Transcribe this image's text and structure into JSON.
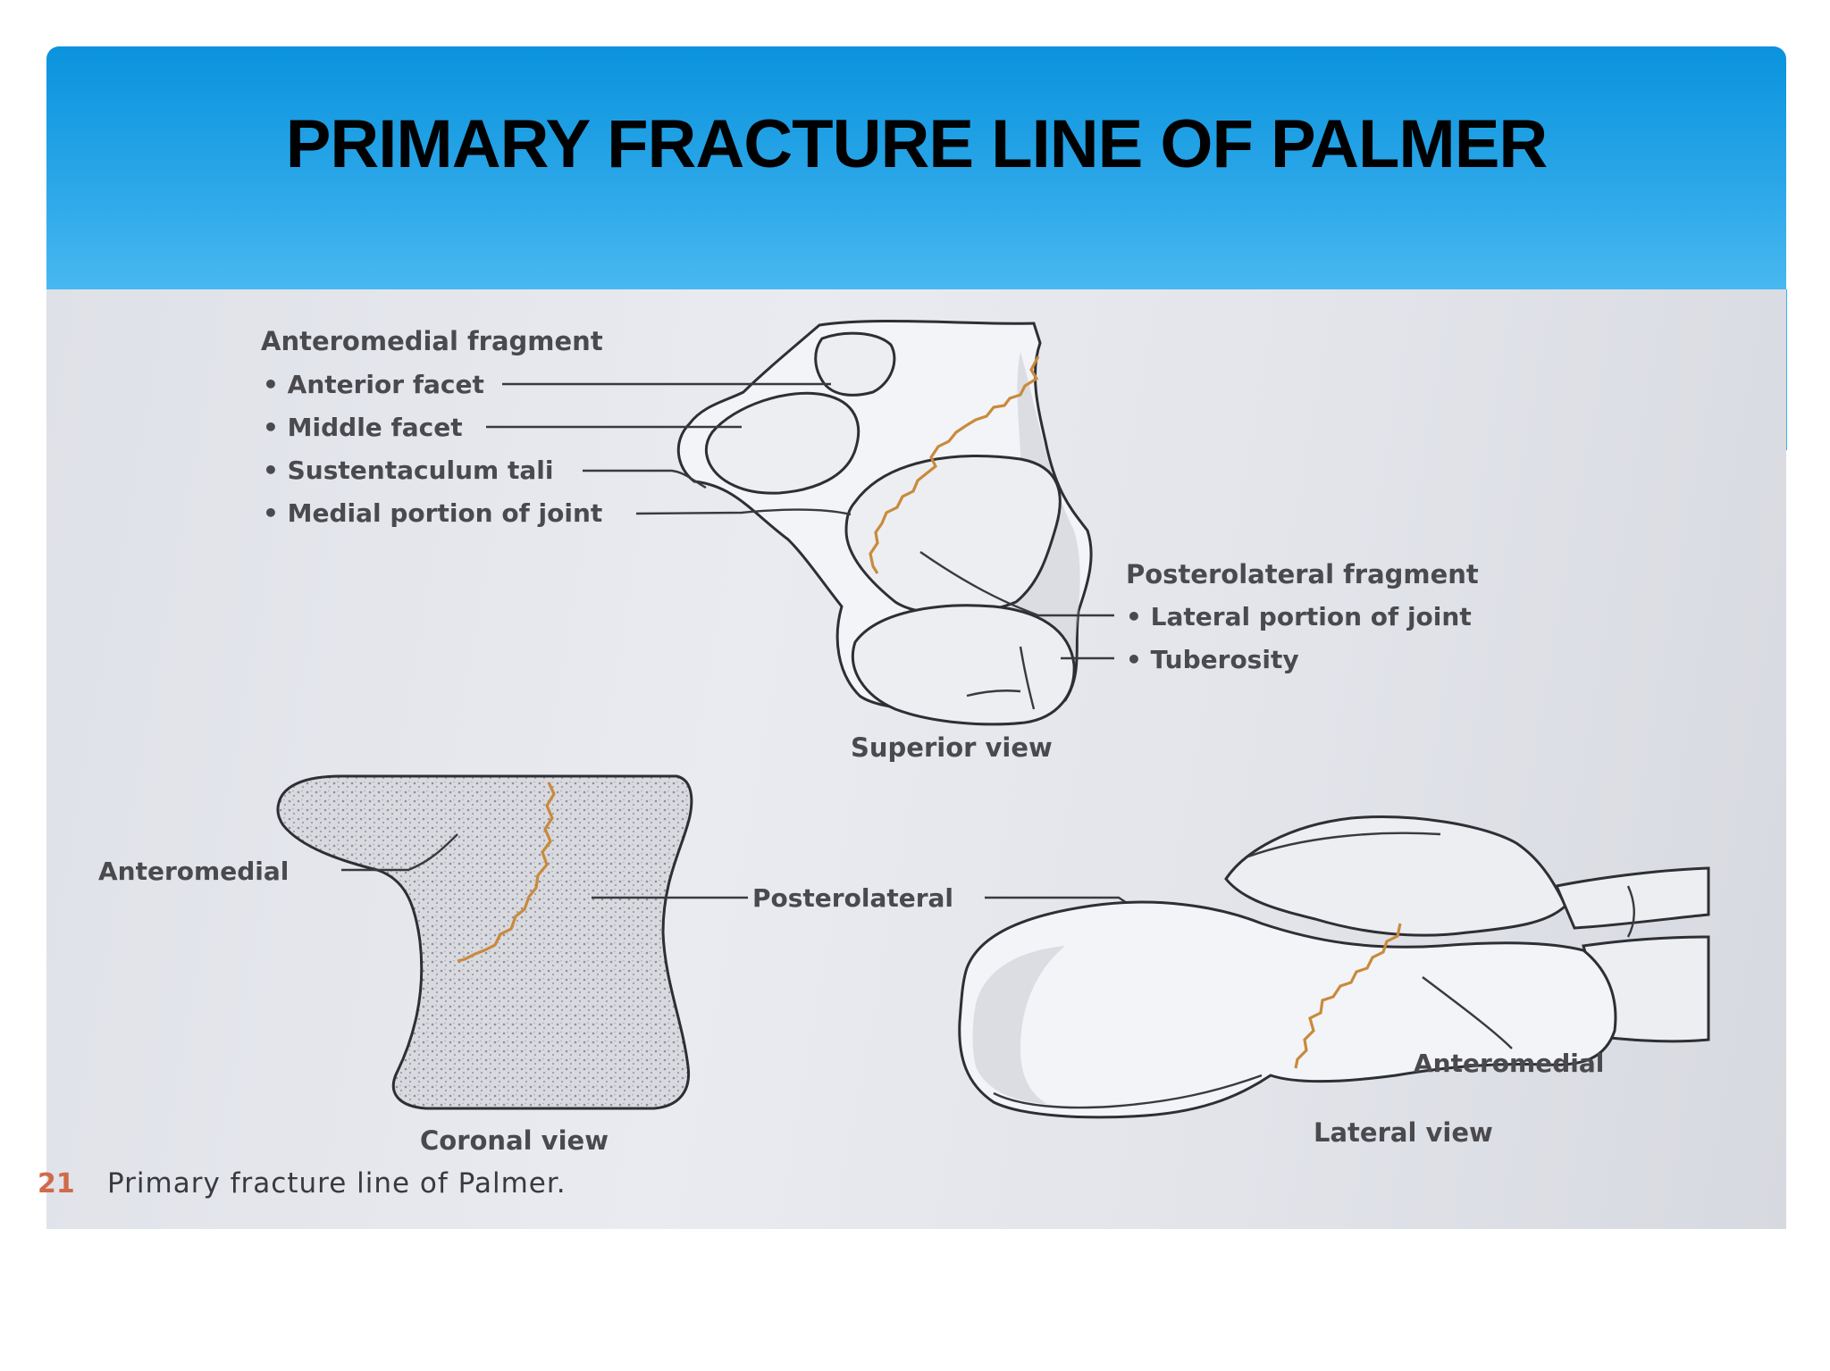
{
  "slide": {
    "title": "PRIMARY FRACTURE LINE OF PALMER"
  },
  "figure": {
    "anteromedial_heading": "Anteromedial fragment",
    "anteromedial_items": [
      "• Anterior facet",
      "• Middle facet",
      "• Sustentaculum tali",
      "• Medial portion of joint"
    ],
    "posterolateral_heading": "Posterolateral fragment",
    "posterolateral_items": [
      "• Lateral portion of joint",
      "• Tuberosity"
    ],
    "superior_view_label": "Superior view",
    "coronal_anteromedial": "Anteromedial",
    "posterolateral_label": "Posterolateral",
    "lateral_anteromedial": "Anteromedial",
    "coronal_view_label": "Coronal view",
    "lateral_view_label": "Lateral view",
    "caption_number": "21",
    "caption_text": "Primary fracture line of Palmer."
  },
  "colors": {
    "header_top": "#0a93dd",
    "header_bottom": "#48b8f0",
    "fracture_line": "#c98a3c"
  }
}
